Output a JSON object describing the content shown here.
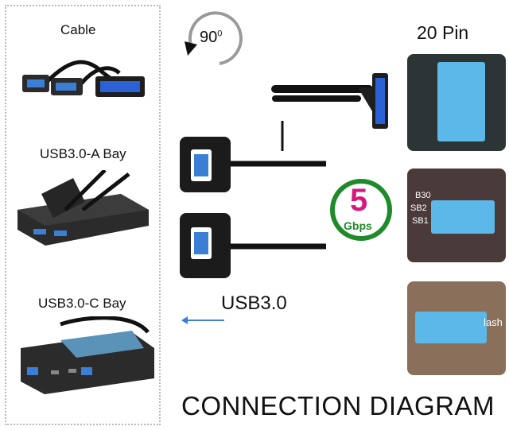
{
  "left_panel": {
    "cable_label": "Cable",
    "bay_a_label": "USB3.0-A Bay",
    "bay_c_label": "USB3.0-C Bay"
  },
  "rotation": {
    "angle": "90",
    "degree_mark": "0"
  },
  "header_pins": "20 Pin",
  "speed": {
    "value": "5",
    "unit": "Gbps"
  },
  "standard_label": "USB3.0",
  "title": "CONNECTION DIAGRAM",
  "board_marks": {
    "b30": "B30",
    "b2": "SB2",
    "sb1": "SB1",
    "flash": "lash"
  },
  "colors": {
    "usb_blue": "#3a7fd5",
    "header_cyan": "#5bb8e8",
    "speed_green": "#1f8a2a",
    "speed_magenta": "#d41a7f",
    "cable_black": "#111111"
  }
}
